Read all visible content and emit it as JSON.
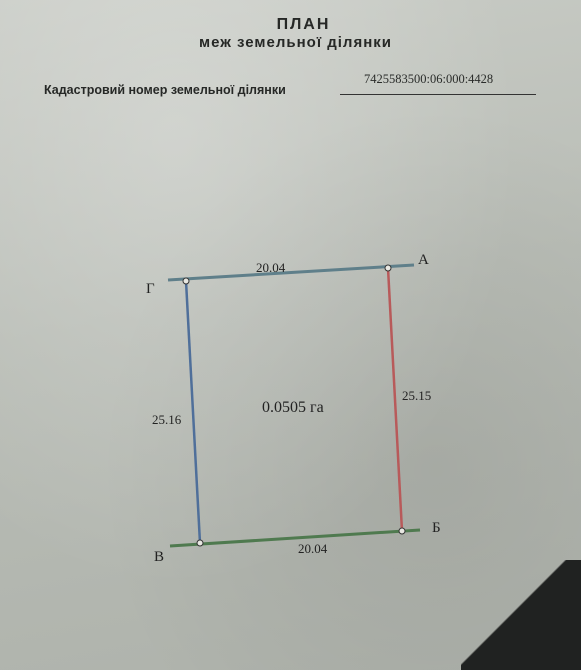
{
  "document": {
    "title": "ПЛАН",
    "subtitle": "меж земельної ділянки",
    "cadastral_label": "Кадастровий номер земельної ділянки",
    "cadastral_number": "7425583500:06:000:4428"
  },
  "plan": {
    "area": "0.0505 га",
    "vertices": [
      "А",
      "Б",
      "В",
      "Г"
    ],
    "sides": {
      "top": "20.04",
      "right": "25.15",
      "bottom": "20.04",
      "left": "25.16"
    },
    "colors": {
      "top": "#5f7f8a",
      "right": "#b85a5a",
      "bottom": "#4f7a4f",
      "left": "#4f6f9a"
    }
  }
}
